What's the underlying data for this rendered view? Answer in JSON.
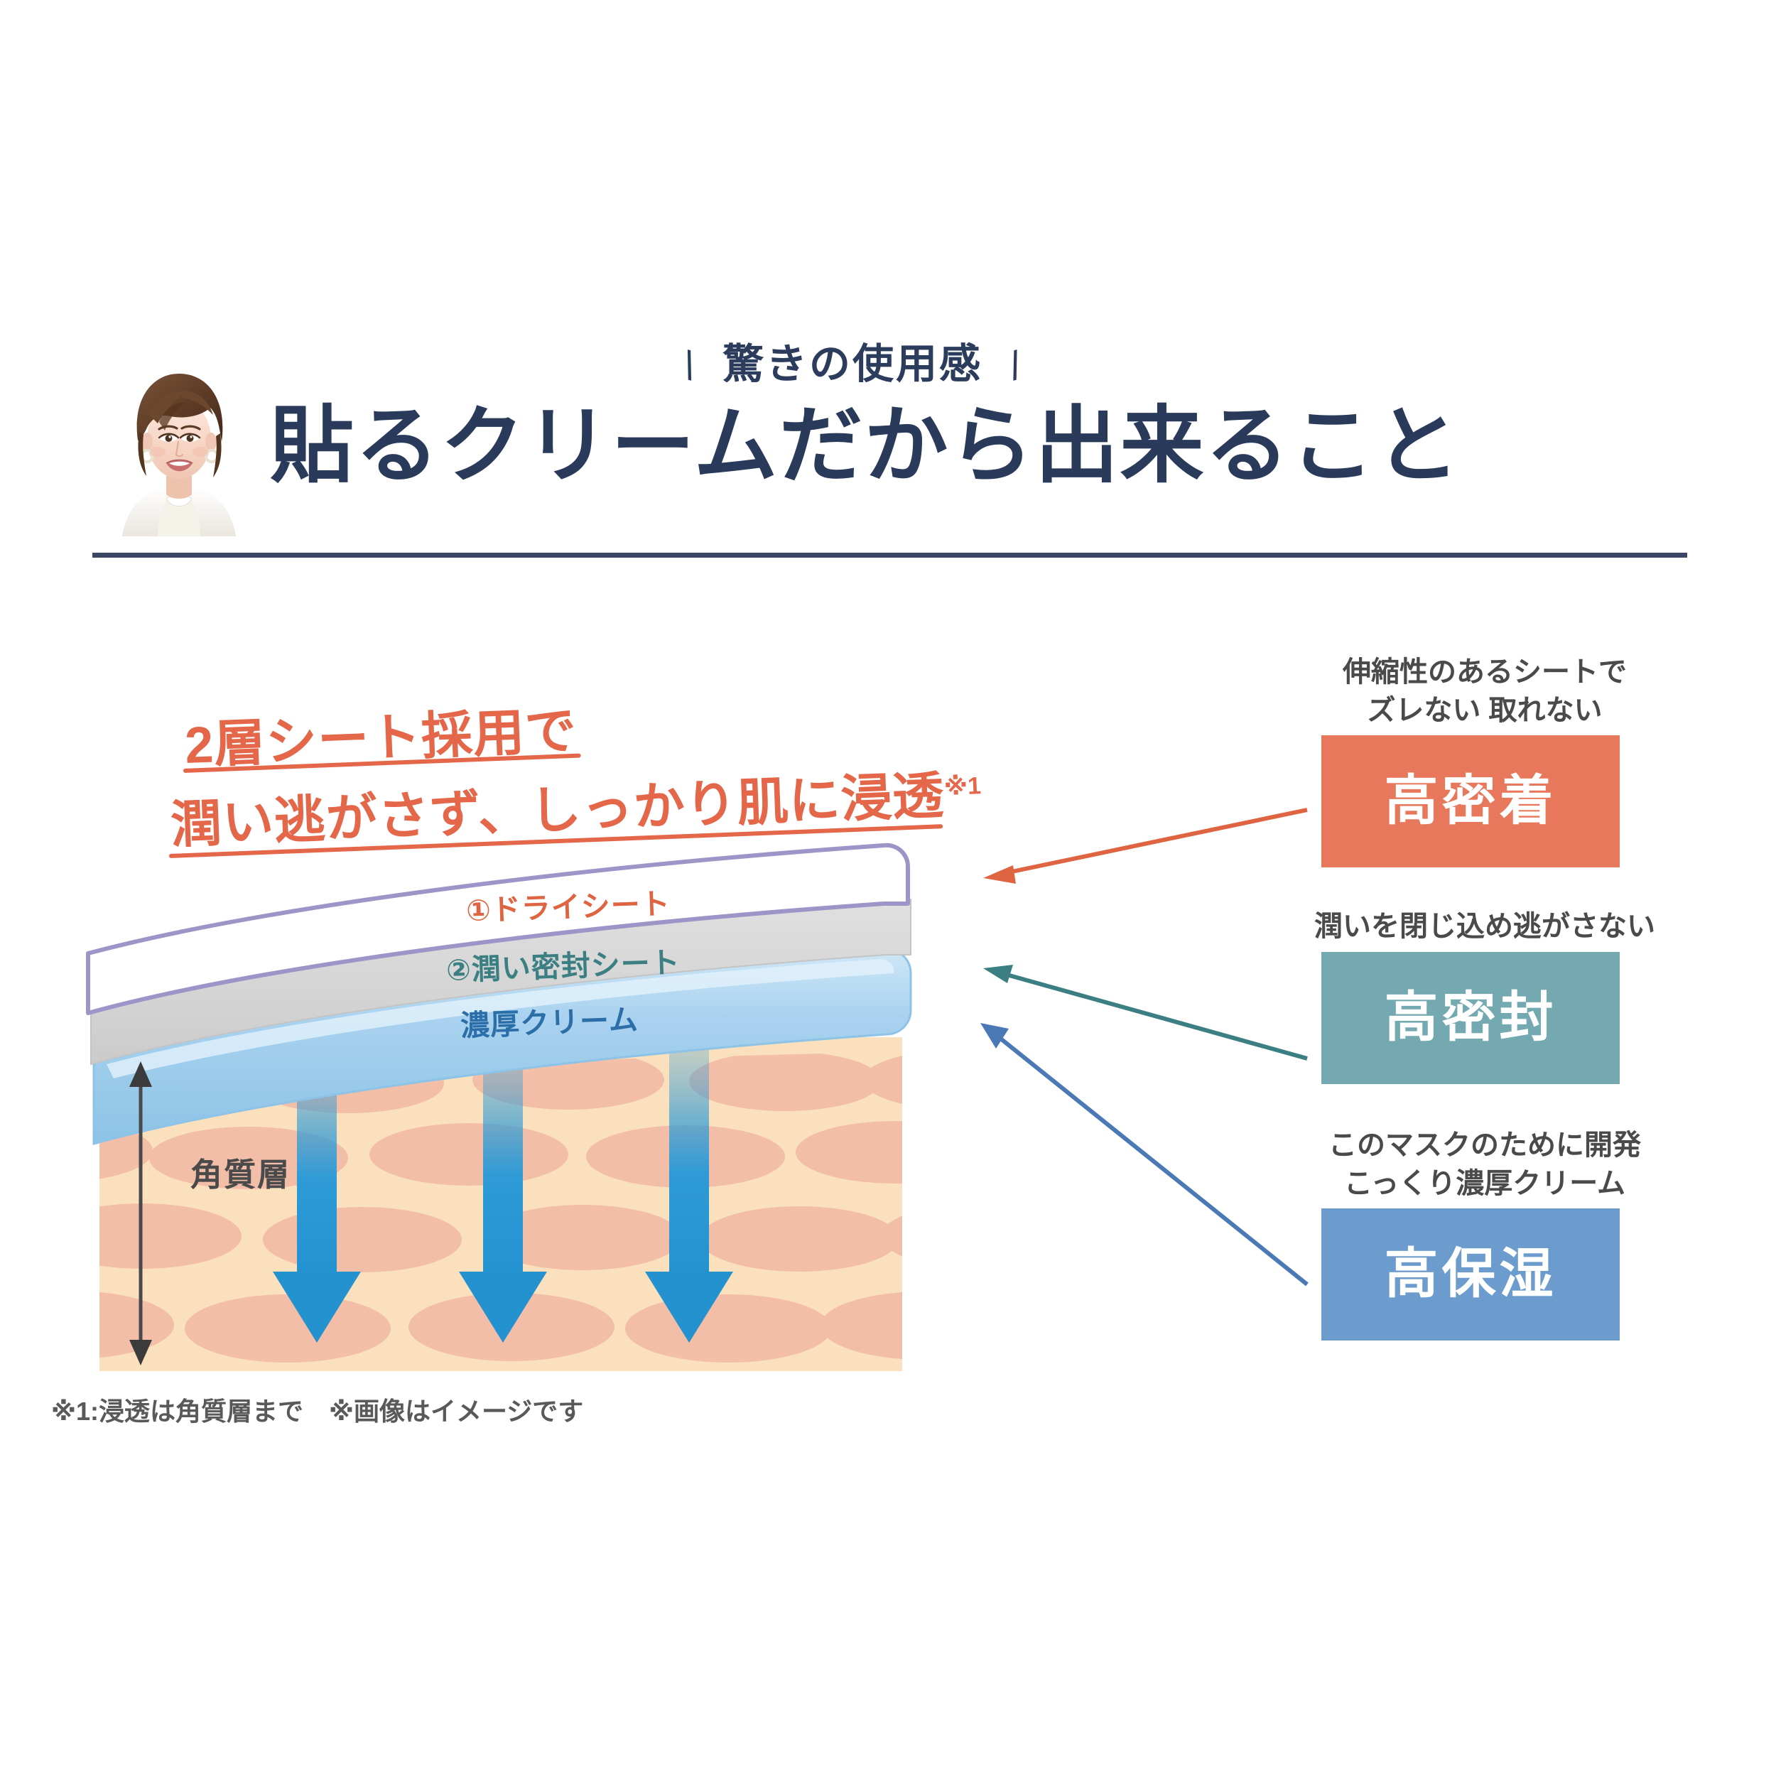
{
  "header": {
    "eyebrow": "驚きの使用感",
    "eyebrow_slash_left": "\\",
    "eyebrow_slash_right": "/",
    "title": "貼るクリームだから出来ること",
    "portrait_alt": "woman-portrait",
    "rule_color": "#3b4665",
    "title_color": "#293a5a"
  },
  "orange_headline": {
    "line1": "2層シート採用で",
    "line2": "潤い逃がさず、しっかり肌に浸透",
    "superscript": "※1",
    "color": "#e4674a"
  },
  "diagram": {
    "layers": [
      {
        "id": "dry-sheet",
        "label": "①ドライシート",
        "color": "#df6542",
        "fill": "#ffffff",
        "border": "#9d94c7"
      },
      {
        "id": "seal-sheet",
        "label": "②潤い密封シート",
        "color": "#3b7f82",
        "fill": "#d6d6d6",
        "border": "#c4c4c4"
      },
      {
        "id": "cream",
        "label": "濃厚クリーム",
        "color": "#2c6ea8",
        "fill": "#aed4ee",
        "border": "#8cc3e6"
      }
    ],
    "skin_label": "角質層",
    "skin_label_color": "#4a4a4a",
    "skin_base_color": "#fae0bd",
    "skin_cell_color": "#f2b9a5",
    "penetration_arrows": 3,
    "penetration_arrow_color": "#2e9bd6"
  },
  "features": [
    {
      "caption_lines": [
        "伸縮性のあるシートで",
        "ズレない 取れない"
      ],
      "label": "高密着",
      "color": "#e8785b",
      "leader_color": "#df6542"
    },
    {
      "caption_lines": [
        "潤いを閉じ込め逃がさない"
      ],
      "label": "高密封",
      "color": "#74a9b2",
      "leader_color": "#3b7f82"
    },
    {
      "caption_lines": [
        "このマスクのために開発",
        "こっくり濃厚クリーム"
      ],
      "label": "高保湿",
      "color": "#6b9ccd",
      "leader_color": "#4a79b5"
    }
  ],
  "footnote": "※1:浸透は角質層まで　※画像はイメージです"
}
